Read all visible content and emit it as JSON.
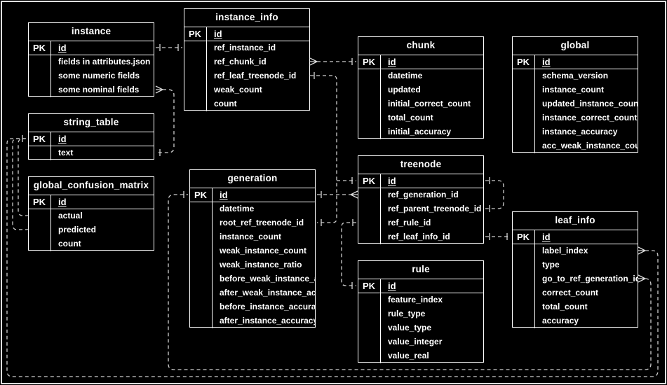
{
  "colors": {
    "background": "#000000",
    "table_fill": "#000000",
    "table_border": "#ffffff",
    "text": "#ffffff",
    "connector": "#cdcdcd"
  },
  "tables": [
    {
      "name": "instance",
      "title": "instance",
      "pk_label": "PK",
      "pk_field": "id",
      "fields": [
        "fields in attributes.json",
        "some numeric fields",
        "some nominal fields"
      ]
    },
    {
      "name": "instance_info",
      "title": "instance_info",
      "pk_label": "PK",
      "pk_field": "id",
      "fields": [
        "ref_instance_id",
        "ref_chunk_id",
        "ref_leaf_treenode_id",
        "weak_count",
        "count"
      ]
    },
    {
      "name": "string_table",
      "title": "string_table",
      "pk_label": "PK",
      "pk_field": "id",
      "fields": [
        "text"
      ]
    },
    {
      "name": "global_confusion_matrix",
      "title": "global_confusion_matrix",
      "pk_label": "PK",
      "pk_field": "id",
      "fields": [
        "actual",
        "predicted",
        "count"
      ]
    },
    {
      "name": "chunk",
      "title": "chunk",
      "pk_label": "PK",
      "pk_field": "id",
      "fields": [
        "datetime",
        "updated",
        "initial_correct_count",
        "total_count",
        "initial_accuracy"
      ]
    },
    {
      "name": "global",
      "title": "global",
      "pk_label": "PK",
      "pk_field": "id",
      "fields": [
        "schema_version",
        "instance_count",
        "updated_instance_count",
        "instance_correct_count",
        "instance_accuracy",
        "acc_weak_instance_count"
      ]
    },
    {
      "name": "generation",
      "title": "generation",
      "pk_label": "PK",
      "pk_field": "id",
      "fields": [
        "datetime",
        "root_ref_treenode_id",
        "instance_count",
        "weak_instance_count",
        "weak_instance_ratio",
        "before_weak_instance_accuracy",
        "after_weak_instance_accuracy",
        "before_instance_accuracy",
        "after_instance_accuracy"
      ]
    },
    {
      "name": "treenode",
      "title": "treenode",
      "pk_label": "PK",
      "pk_field": "id",
      "fields": [
        "ref_generation_id",
        "ref_parent_treenode_id",
        "ref_rule_id",
        "ref_leaf_info_id"
      ]
    },
    {
      "name": "rule",
      "title": "rule",
      "pk_label": "PK",
      "pk_field": "id",
      "fields": [
        "feature_index",
        "rule_type",
        "value_type",
        "value_integer",
        "value_real"
      ]
    },
    {
      "name": "leaf_info",
      "title": "leaf_info",
      "pk_label": "PK",
      "pk_field": "id",
      "fields": [
        "label_index",
        "type",
        "go_to_ref_generation_id",
        "correct_count",
        "total_count",
        "accuracy"
      ]
    }
  ],
  "relationships": [
    {
      "from": "instance.id",
      "to": "instance_info.ref_instance_id"
    },
    {
      "from": "instance.some nominal fields",
      "to": "string_table.text"
    },
    {
      "from": "instance_info.ref_chunk_id",
      "to": "chunk.id"
    },
    {
      "from": "instance_info.ref_leaf_treenode_id",
      "to": "treenode.id"
    },
    {
      "from": "generation.root_ref_treenode_id",
      "to": "treenode.id"
    },
    {
      "from": "generation.id",
      "to": "treenode.ref_generation_id"
    },
    {
      "from": "treenode.ref_rule_id",
      "to": "rule.id"
    },
    {
      "from": "treenode.id",
      "to": "treenode.ref_parent_treenode_id"
    },
    {
      "from": "treenode.ref_leaf_info_id",
      "to": "leaf_info.id"
    },
    {
      "from": "leaf_info.label_index",
      "to": "string_table.id"
    },
    {
      "from": "leaf_info.go_to_ref_generation_id",
      "to": "generation.id"
    },
    {
      "from": "global_confusion_matrix.actual",
      "to": "string_table.id"
    },
    {
      "from": "global_confusion_matrix.predicted",
      "to": "string_table.id"
    }
  ]
}
